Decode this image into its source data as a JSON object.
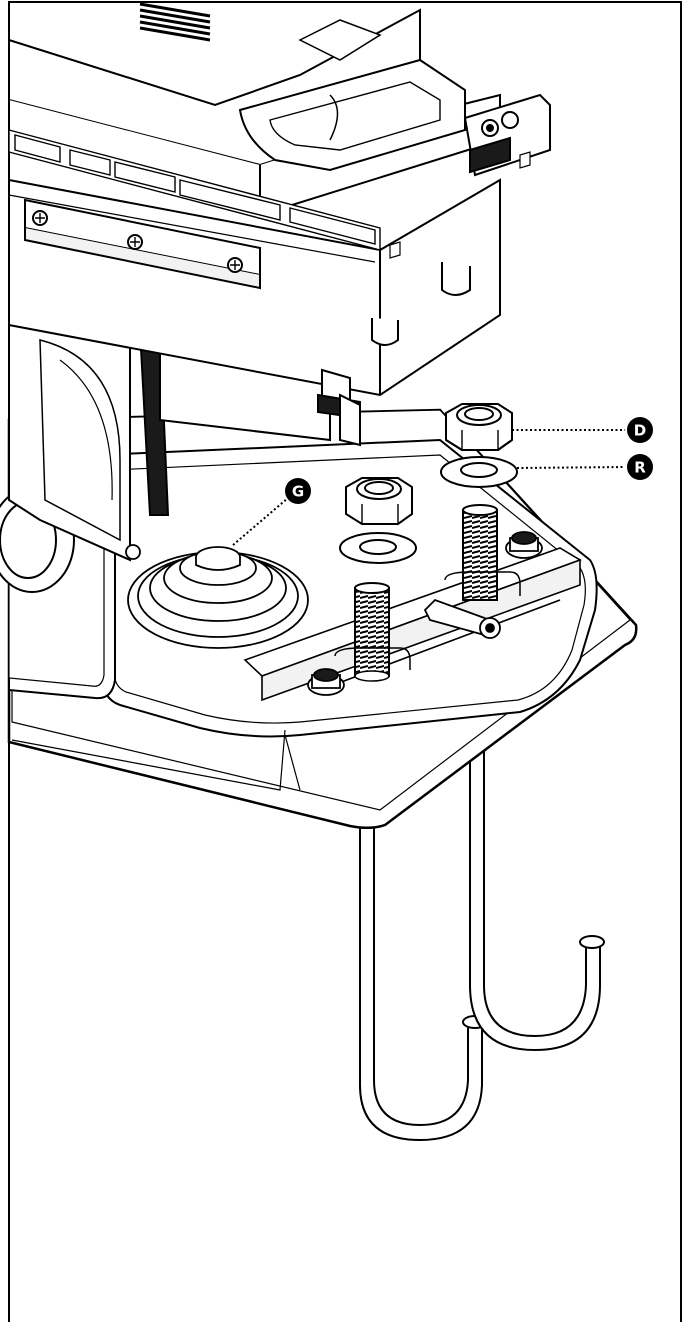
{
  "callouts": [
    {
      "id": "nut",
      "label": "D"
    },
    {
      "id": "washer",
      "label": "R"
    },
    {
      "id": "cable-gland",
      "label": "G"
    }
  ],
  "colors": {
    "line": "#000000",
    "fill": "#ffffff",
    "shade": "#f2f2f2",
    "dark": "#1a1a1a"
  }
}
